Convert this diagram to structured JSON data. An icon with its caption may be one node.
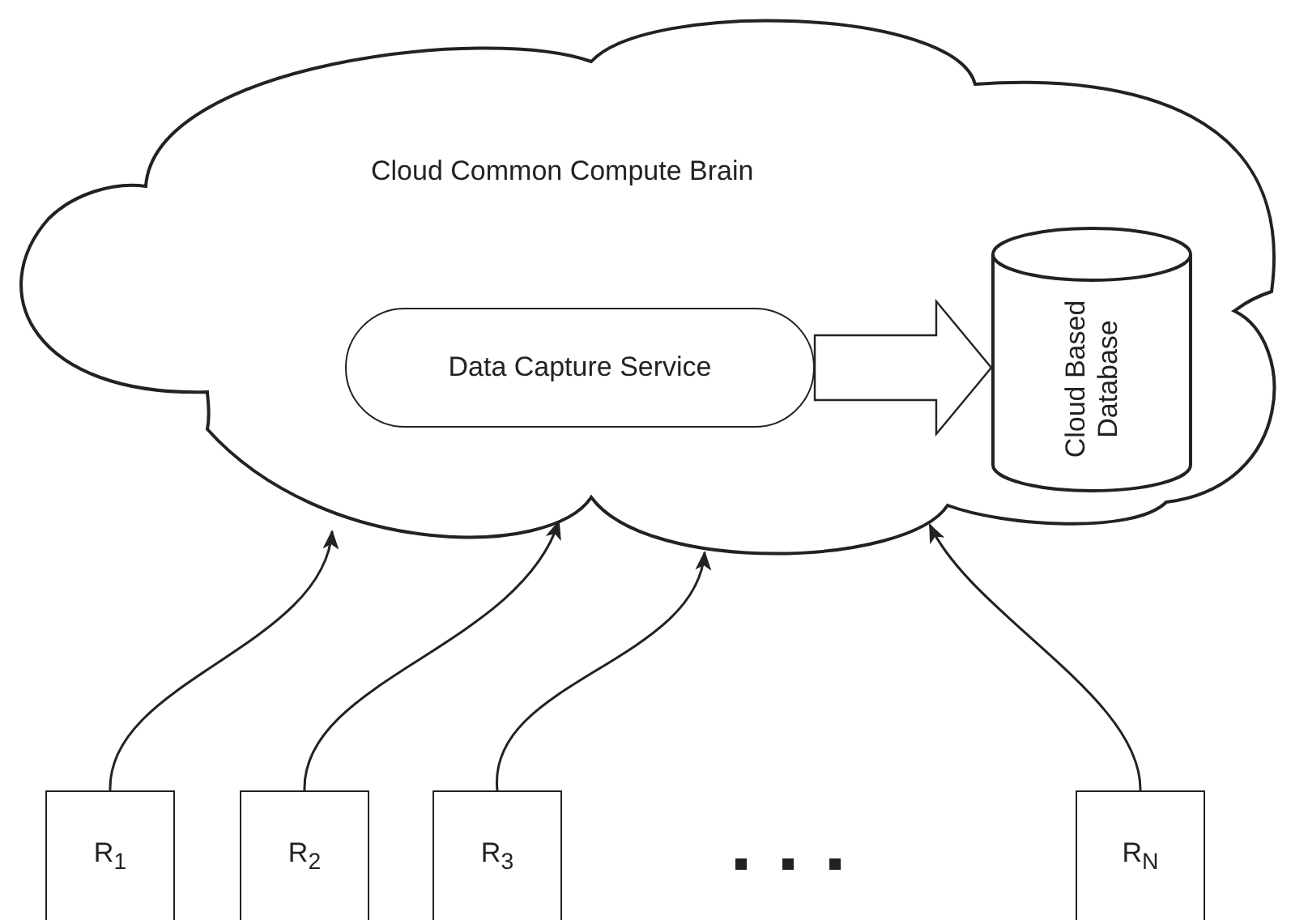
{
  "diagram": {
    "nodes": [
      {
        "text": [
          "Cloud Common Compute Brain"
        ]
      },
      {
        "text": [
          "Data Capture Service"
        ],
        "in": 0
      },
      {
        "text": [
          "Cloud Based Database"
        ],
        "in": 0
      },
      {
        "text": [
          "R$_{1}$"
        ]
      },
      {
        "text": [
          "R$_{2}$"
        ]
      },
      {
        "text": [
          "R$_{3}$"
        ]
      },
      {
        "text": [
          "R$_{N}$"
        ]
      }
    ],
    "edges": [
      {
        "from": 1,
        "to": 2,
        "arrow": "to",
        "style": "thick"
      },
      {
        "from": 3,
        "to": 0,
        "arrow": "to"
      },
      {
        "from": 4,
        "to": 0,
        "arrow": "to"
      },
      {
        "from": 5,
        "to": 0,
        "arrow": "to"
      },
      {
        "from": 6,
        "to": 0,
        "arrow": "to"
      }
    ]
  }
}
